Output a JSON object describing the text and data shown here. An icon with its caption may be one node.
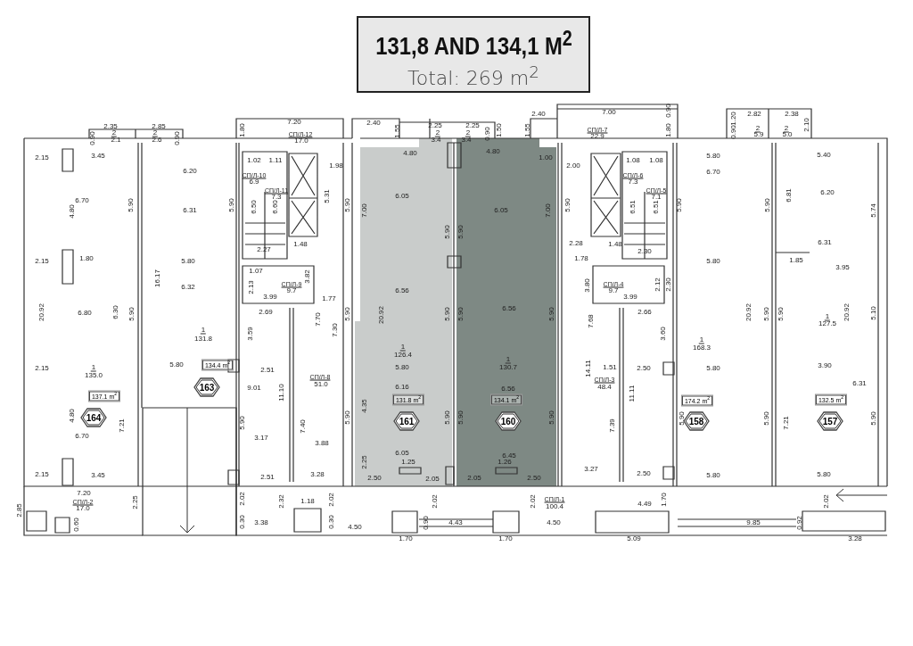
{
  "diagram": {
    "nodes": [
      {
        "text": [
          "131,8 AND 134,1 M$^{2}$",
          "Total: 269 m$^{2}$"
        ]
      },
      {
        "text": [
          "137.1 m$^{2}$"
        ]
      },
      {
        "text": [
          "164"
        ]
      },
      {
        "text": [
          "134.4 m$^{2}$"
        ]
      },
      {
        "text": [
          "163"
        ]
      },
      {
        "text": [
          "131.8 m$^{2}$"
        ]
      },
      {
        "text": [
          "161"
        ]
      },
      {
        "text": [
          "134.1 m$^{2}$"
        ]
      },
      {
        "text": [
          "160"
        ]
      },
      {
        "text": [
          "174.2 m$^{2}$"
        ]
      },
      {
        "text": [
          "158"
        ]
      },
      {
        "text": [
          "132.5 m$^{2}$"
        ]
      },
      {
        "text": [
          "157"
        ]
      }
    ],
    "labels": [
      "2.35",
      "2.85",
      "0.90",
      "2",
      "2.1",
      "2",
      "2.6",
      "0.90",
      "7.20",
      "1.80",
      "СП/Л-12",
      "17.0",
      "2.40",
      "1.55",
      "2.25",
      "2.25",
      "2",
      "3.4",
      "2",
      "3.4",
      "0.90",
      "1.50",
      "2.40",
      "1.55",
      "7.00",
      "0.90",
      "1.80",
      "СП/Л-7",
      "22.9",
      "1.20",
      "2.82",
      "2.38",
      "2.10",
      "0.90",
      "2",
      "5.9",
      "2",
      "5.0",
      "2.15",
      "3.45",
      "6.70",
      "4.80",
      "5.90",
      "2.15",
      "1.80",
      "20.92",
      "6.80",
      "6.30",
      "5.90",
      "2.15",
      "1",
      "135.0",
      "4.80",
      "7.21",
      "6.70",
      "2.15",
      "3.45",
      "6.20",
      "6.31",
      "5.90",
      "5.80",
      "16.17",
      "6.32",
      "1",
      "131.8",
      "5.80",
      "3.59",
      "2.51",
      "9.01",
      "5.90",
      "3.17",
      "2.51",
      "1.02",
      "1.11",
      "СП/Л-10",
      "6.9",
      "СП/Л-11",
      "7.3",
      "6.50",
      "6.60",
      "2.27",
      "1.48",
      "1.98",
      "5.31",
      "5.90",
      "1.07",
      "2.13",
      "3.82",
      "СП/Л-9",
      "9.7",
      "3.99",
      "7.70",
      "1.77",
      "2.69",
      "7.30",
      "СП/Л-8",
      "51.0",
      "11.10",
      "7.40",
      "3.88",
      "3.28",
      "4.80",
      "6.05",
      "7.00",
      "5.90",
      "6.56",
      "5.90",
      "20.92",
      "5.90",
      "1",
      "126.4",
      "5.80",
      "6.16",
      "4.35",
      "5.90",
      "5.90",
      "6.05",
      "2.25",
      "1.25",
      "2.50",
      "2.05",
      "4.80",
      "1.00",
      "5.90",
      "6.05",
      "7.00",
      "6.56",
      "5.90",
      "5.90",
      "1",
      "130.7",
      "6.56",
      "5.90",
      "5.90",
      "6.45",
      "2.05",
      "1.26",
      "2.50",
      "5.90",
      "2.00",
      "1.08",
      "1.08",
      "СП/Л-6",
      "7.3",
      "СП/Л-5",
      "7.1",
      "6.51",
      "6.51",
      "2.28",
      "1.48",
      "1.78",
      "2.30",
      "3.80",
      "СП/Л-4",
      "9.7",
      "2.12",
      "2.30",
      "3.99",
      "7.68",
      "2.66",
      "3.60",
      "14.11",
      "1.51",
      "СП/Л-3",
      "48.4",
      "11.11",
      "7.39",
      "3.27",
      "5.80",
      "6.70",
      "5.90",
      "5.90",
      "5.80",
      "20.92",
      "5.90",
      "1",
      "168.3",
      "2.50",
      "5.80",
      "5.90",
      "5.90",
      "2.50",
      "5.80",
      "5.40",
      "6.81",
      "6.20",
      "5.74",
      "6.31",
      "1.85",
      "3.95",
      "5.90",
      "1",
      "127.5",
      "20.92",
      "5.10",
      "3.90",
      "6.31",
      "7.21",
      "5.90",
      "5.80",
      "7.20",
      "СП/Л-2",
      "17.0",
      "2.85",
      "2.25",
      "0.60",
      "2.02",
      "2.32",
      "1.18",
      "0.30",
      "3.38",
      "2.02",
      "0.30",
      "4.50",
      "2.02",
      "0.90",
      "4.43",
      "1.70",
      "1.70",
      "2.02",
      "СП/Л-1",
      "100.4",
      "4.50",
      "4.49",
      "1.70",
      "5.09",
      "9.85",
      "2.02",
      "0.92",
      "3.28"
    ]
  }
}
